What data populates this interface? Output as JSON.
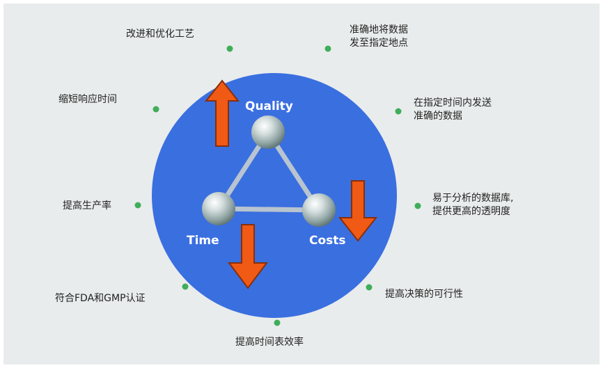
{
  "colors": {
    "background": "#e9ecec",
    "circle": "#3a6fe0",
    "arrow": "#f05a14",
    "dot": "#3fae5a",
    "node": "#b7c4c4",
    "edge": "#b8c4cf"
  },
  "nodes": {
    "quality": "Quality",
    "time": "Time",
    "costs": "Costs"
  },
  "benefits": {
    "improve_optimize": "改进和优化工艺",
    "deliver_accurate_1": "准确地将数据",
    "deliver_accurate_2": "发至指定地点",
    "shorten_response": "缩短响应时间",
    "timely_accurate_1": "在指定时间内发送",
    "timely_accurate_2": "准确的数据",
    "productivity": "提高生产率",
    "database_1": "易于分析的数据库,",
    "database_2": "提供更高的透明度",
    "fda_gmp": "符合FDA和GMP认证",
    "decision_feasibility": "提高决策的可行性",
    "time_efficiency": "提高时间表效率"
  }
}
